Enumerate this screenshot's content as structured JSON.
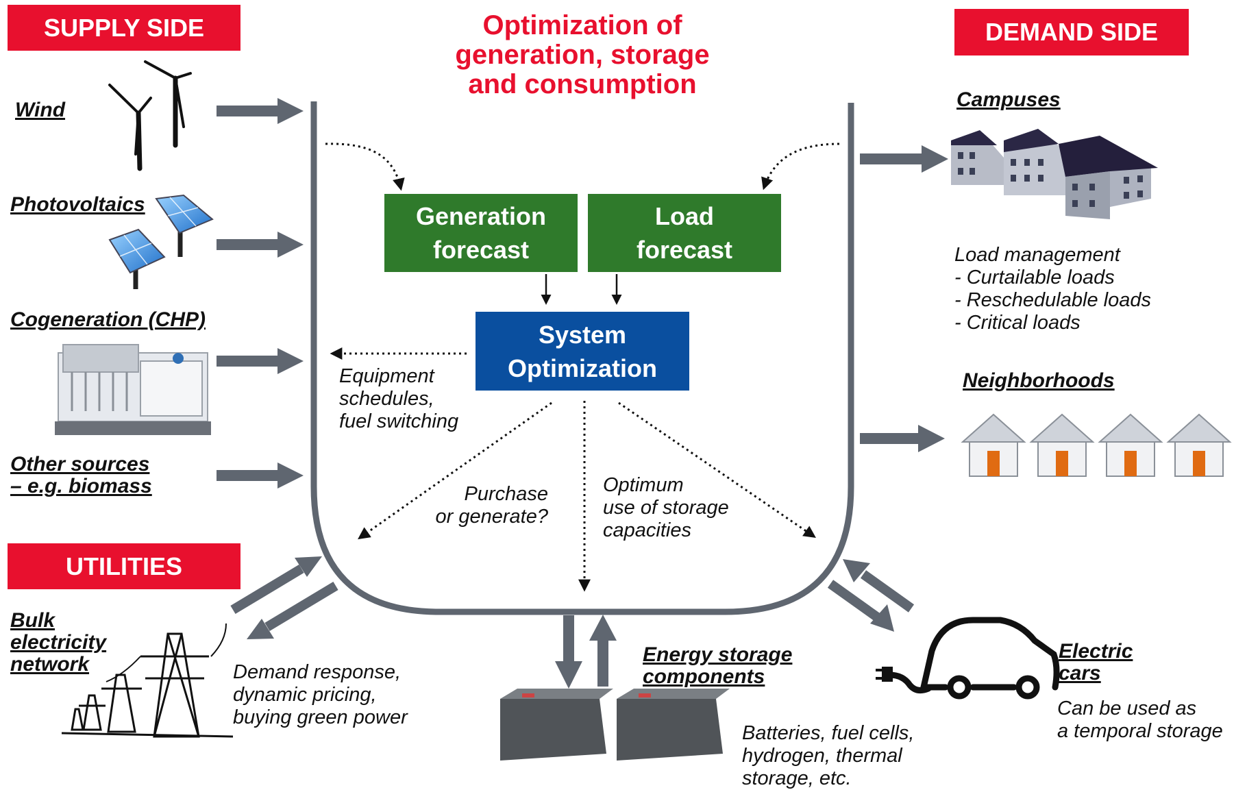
{
  "title": [
    "Optimization of",
    "generation, storage",
    "and consumption"
  ],
  "headers": {
    "supply": "SUPPLY SIDE",
    "demand": "DEMAND SIDE",
    "utilities": "UTILITIES"
  },
  "supply_sources": {
    "wind": "Wind",
    "photovoltaics": "Photovoltaics",
    "cogeneration": "Cogeneration (CHP)",
    "other": [
      "Other sources",
      "– e.g. biomass"
    ]
  },
  "boxes": {
    "generation_forecast": [
      "Generation",
      "forecast"
    ],
    "load_forecast": [
      "Load",
      "forecast"
    ],
    "system_optimization": [
      "System",
      "Optimization"
    ]
  },
  "annotations": {
    "equipment": [
      "Equipment",
      "schedules,",
      "fuel switching"
    ],
    "purchase": [
      "Purchase",
      "or generate?"
    ],
    "storage_use": [
      "Optimum",
      "use of storage",
      "capacities"
    ]
  },
  "demand": {
    "campuses": "Campuses",
    "load_management": [
      "Load management",
      "- Curtailable loads",
      "- Reschedulable loads",
      "- Critical loads"
    ],
    "neighborhoods": "Neighborhoods"
  },
  "utilities": {
    "bulk": [
      "Bulk",
      "electricity",
      "network"
    ],
    "demand_response": [
      "Demand response,",
      "dynamic pricing,",
      "buying green power"
    ]
  },
  "storage": {
    "title": [
      "Energy storage",
      "components"
    ],
    "desc": [
      "Batteries, fuel cells,",
      "hydrogen, thermal",
      "storage, etc."
    ]
  },
  "cars": {
    "title": [
      "Electric",
      "cars"
    ],
    "desc": [
      "Can be used as",
      "a temporal storage"
    ]
  },
  "colors": {
    "accent_red": "#e8102e",
    "forecast_green": "#2f7a2b",
    "optimization_blue": "#0a4f9f",
    "frame_gray": "#5f6670"
  }
}
